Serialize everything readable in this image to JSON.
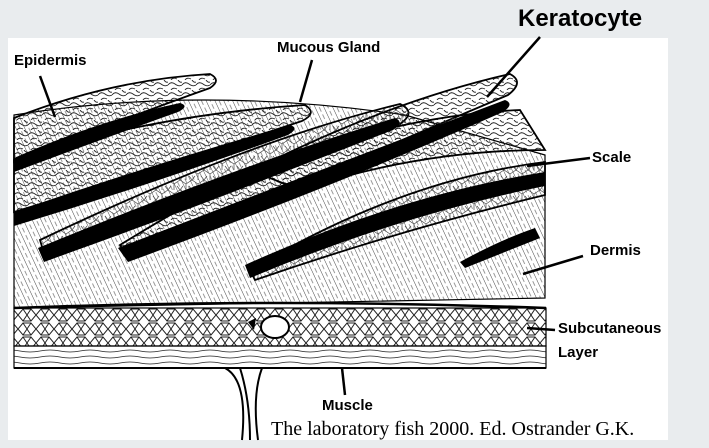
{
  "labels": {
    "epidermis": "Epidermis",
    "mucous_gland": "Mucous Gland",
    "keratocyte": "Keratocyte",
    "scale": "Scale",
    "dermis": "Dermis",
    "subcutaneous_line1": "Subcutaneous",
    "subcutaneous_line2": "Layer",
    "muscle": "Muscle"
  },
  "citation": "The laboratory fish 2000. Ed. Ostrander G.K.",
  "colors": {
    "background": "#e9ecee",
    "ink": "#000000",
    "paper": "#ffffff"
  }
}
